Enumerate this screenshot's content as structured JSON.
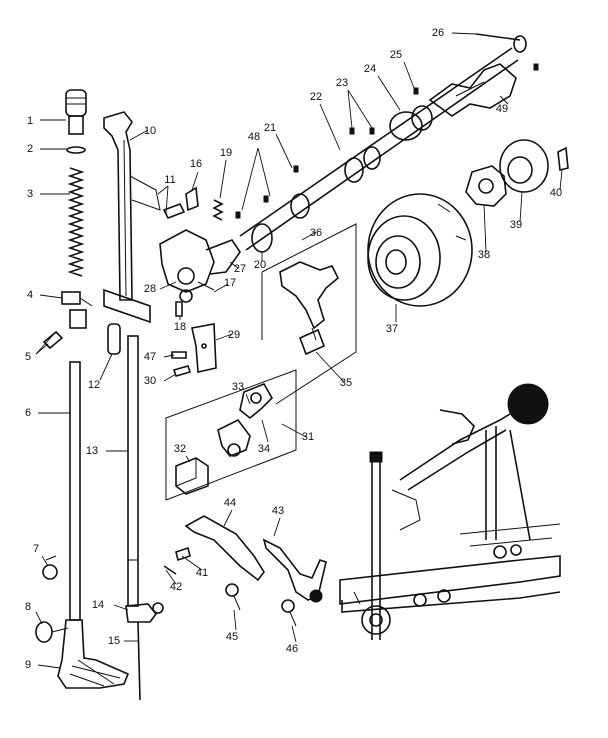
{
  "callouts": [
    "1",
    "2",
    "3",
    "4",
    "5",
    "6",
    "7",
    "8",
    "9",
    "10",
    "11",
    "12",
    "13",
    "14",
    "15",
    "16",
    "17",
    "18",
    "19",
    "20",
    "21",
    "22",
    "23",
    "24",
    "25",
    "26",
    "27",
    "28",
    "29",
    "30",
    "31",
    "32",
    "33",
    "34",
    "35",
    "36",
    "37",
    "38",
    "39",
    "40",
    "41",
    "42",
    "43",
    "44",
    "45",
    "46",
    "47",
    "48",
    "49"
  ]
}
